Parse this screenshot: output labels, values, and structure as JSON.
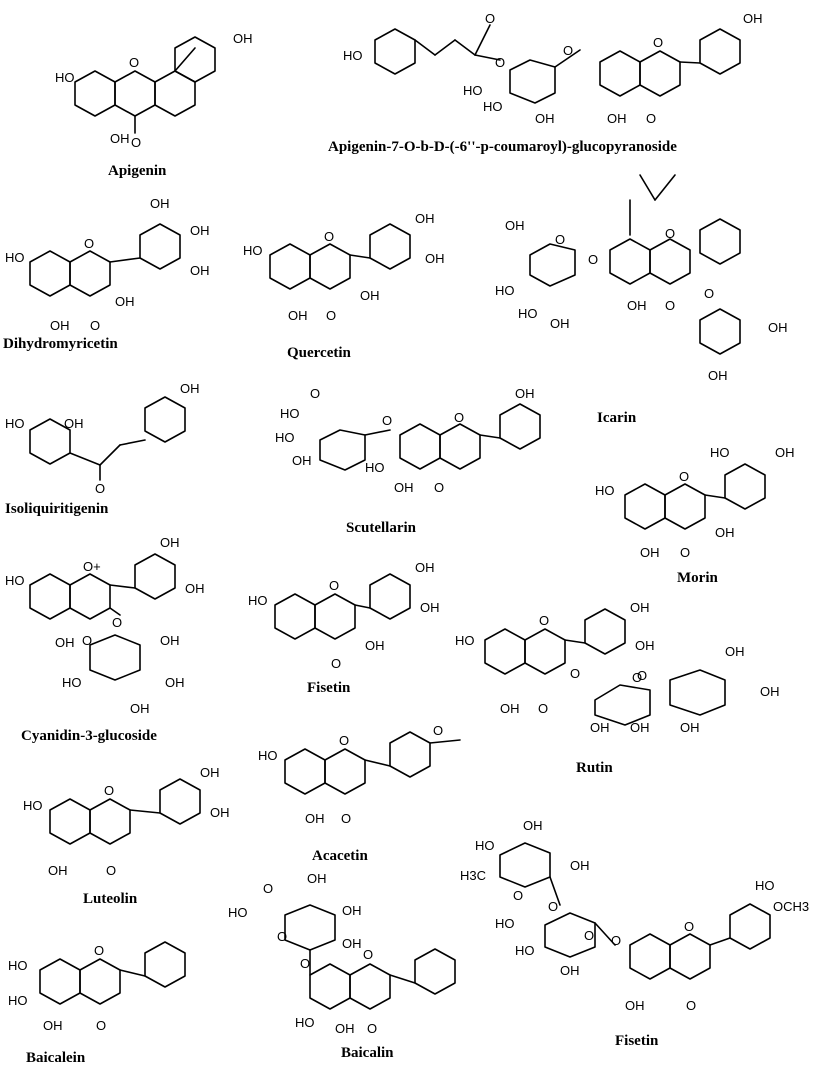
{
  "compounds": [
    {
      "key": "apigenin",
      "name": "Apigenin",
      "type": "flavone",
      "atoms": [
        "OH",
        "HO",
        "OH",
        "O",
        "O"
      ]
    },
    {
      "key": "apigenin_gly",
      "name": "Apigenin-7-O-b-D-(-6''-p-coumaroyl)-glucopyranoside",
      "type": "flavone-glycoside",
      "atoms": [
        "OH",
        "HO",
        "O",
        "O",
        "HO",
        "HO",
        "OH",
        "O",
        "O",
        "OH",
        "O"
      ]
    },
    {
      "key": "dihydromyricetin",
      "name": "Dihydromyricetin",
      "type": "flavanonol",
      "atoms": [
        "OH",
        "OH",
        "HO",
        "O",
        "OH",
        "OH",
        "OH",
        "O"
      ]
    },
    {
      "key": "quercetin",
      "name": "Quercetin",
      "type": "flavonol",
      "atoms": [
        "OH",
        "OH",
        "HO",
        "O",
        "OH",
        "OH",
        "O"
      ]
    },
    {
      "key": "icarin",
      "name": "Icarin",
      "type": "flavonol-glycoside",
      "atoms": [
        "OH",
        "O",
        "O",
        "HO",
        "HO",
        "OH",
        "O",
        "OH",
        "O",
        "O",
        "OH",
        "OH"
      ]
    },
    {
      "key": "isoliquiritigenin",
      "name": "Isoliquiritigenin",
      "type": "chalcone",
      "atoms": [
        "OH",
        "HO",
        "OH",
        "O"
      ]
    },
    {
      "key": "scutellarin",
      "name": "Scutellarin",
      "type": "flavone-glucuronide",
      "atoms": [
        "OH",
        "O",
        "HO",
        "HO",
        "OH",
        "O",
        "O",
        "HO",
        "OH",
        "O"
      ]
    },
    {
      "key": "morin",
      "name": "Morin",
      "type": "flavonol",
      "atoms": [
        "HO",
        "OH",
        "HO",
        "O",
        "OH",
        "OH",
        "O"
      ]
    },
    {
      "key": "cyanidin",
      "name": "Cyanidin-3-glucoside",
      "type": "anthocyanin",
      "atoms": [
        "OH",
        "OH",
        "HO",
        "O+",
        "O",
        "OH",
        "O",
        "OH",
        "HO",
        "OH",
        "OH"
      ]
    },
    {
      "key": "fisetin",
      "name": "Fisetin",
      "type": "flavonol",
      "atoms": [
        "OH",
        "OH",
        "HO",
        "O",
        "OH",
        "O"
      ]
    },
    {
      "key": "rutin",
      "name": "Rutin",
      "type": "flavonol-glycoside",
      "atoms": [
        "OH",
        "OH",
        "HO",
        "O",
        "O",
        "O",
        "OH",
        "O",
        "O",
        "OH",
        "OH",
        "OH",
        "OH",
        "OH"
      ]
    },
    {
      "key": "acacetin",
      "name": "Acacetin",
      "type": "flavone",
      "atoms": [
        "O",
        "HO",
        "O",
        "OH",
        "O"
      ]
    },
    {
      "key": "luteolin",
      "name": "Luteolin",
      "type": "flavone",
      "atoms": [
        "OH",
        "OH",
        "HO",
        "O",
        "OH",
        "O"
      ]
    },
    {
      "key": "baicalin",
      "name": "Baicalin",
      "type": "flavone-glucuronide",
      "atoms": [
        "HO",
        "O",
        "OH",
        "OH",
        "O",
        "OH",
        "O",
        "O",
        "HO",
        "OH",
        "O"
      ]
    },
    {
      "key": "baicalein",
      "name": "Baicalein",
      "type": "flavone",
      "atoms": [
        "HO",
        "HO",
        "O",
        "OH",
        "O"
      ]
    },
    {
      "key": "fisetin2",
      "name": "Fisetin",
      "type": "flavanone-glycoside",
      "atoms": [
        "HO",
        "OH",
        "H3C",
        "O",
        "OH",
        "O",
        "HO",
        "OH",
        "OCH3",
        "HO",
        "O",
        "O",
        "O",
        "HO",
        "OH",
        "O"
      ]
    }
  ]
}
